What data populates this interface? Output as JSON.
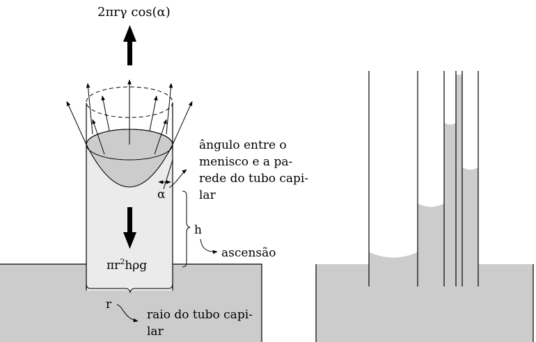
{
  "left_diagram": {
    "force_up": "2πrγ cos(α)",
    "force_down": "πr",
    "force_down_sup": "2",
    "force_down_rest": "hρg",
    "alpha": "α",
    "height_symbol": "h",
    "radius_symbol": "r",
    "angle_note": [
      "ângulo entre o",
      "menisco e a pa-",
      "rede do tubo capi-",
      "lar"
    ],
    "rise_note": "ascensão",
    "radius_note": [
      "raio do tubo capi-",
      "lar"
    ]
  },
  "colors": {
    "liquid": "#cccccc",
    "column": "#ebebeb",
    "line": "#000000"
  }
}
